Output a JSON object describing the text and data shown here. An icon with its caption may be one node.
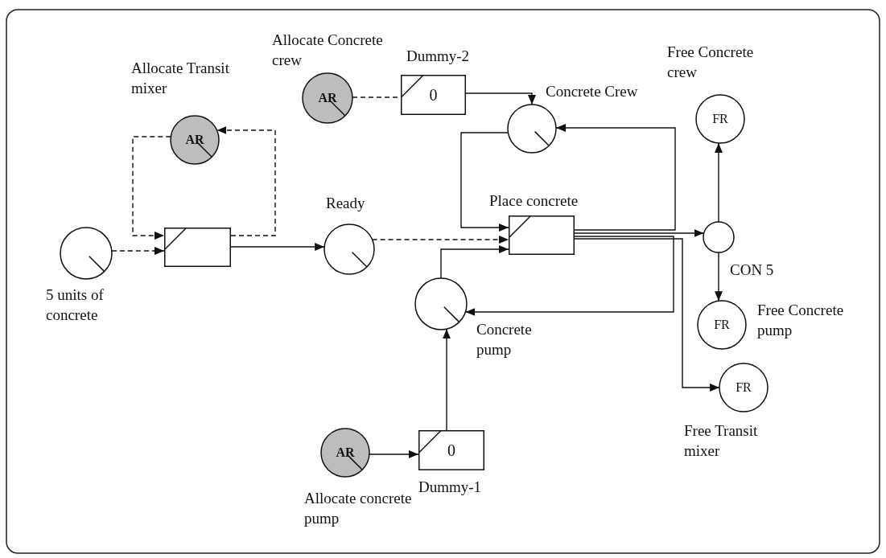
{
  "diagram": {
    "nodes": [
      {
        "text": [
          "AR"
        ],
        "beside": [
          "Allocate Concrete crew"
        ]
      },
      {
        "text": [
          "0"
        ],
        "beside": [
          "Dummy-2"
        ]
      },
      {
        "text": [
          "AR"
        ],
        "beside": [
          "Allocate Transit mixer"
        ]
      },
      {
        "text": [],
        "shape": "circle",
        "beside": [
          "Concrete Crew"
        ]
      },
      {
        "text": [
          "FR"
        ],
        "beside": [
          "Free Concrete crew"
        ]
      },
      {
        "text": [],
        "shape": "circle",
        "beside": [
          "5 units of concrete"
        ]
      },
      {
        "text": [],
        "shape": "box"
      },
      {
        "text": [],
        "shape": "circle",
        "beside": [
          "Ready"
        ]
      },
      {
        "text": [],
        "shape": "box",
        "beside": [
          "Place concrete"
        ]
      },
      {
        "text": [],
        "shape": "circle",
        "beside": [
          "CON 5"
        ]
      },
      {
        "text": [],
        "shape": "circle",
        "beside": [
          "Concrete pump"
        ]
      },
      {
        "text": [
          "FR"
        ],
        "beside": [
          "Free Concrete pump"
        ]
      },
      {
        "text": [
          "FR"
        ],
        "beside": [
          "Free Transit mixer"
        ]
      },
      {
        "text": [
          "AR"
        ],
        "beside": [
          "Allocate concrete pump"
        ]
      },
      {
        "text": [
          "0"
        ],
        "beside": [
          "Dummy-1"
        ]
      }
    ],
    "edges": [
      {
        "from": 0,
        "to": 1,
        "arrow": "none",
        "style": "dashed"
      },
      {
        "from": 1,
        "to": 3,
        "arrow": "to"
      },
      {
        "from": 2,
        "to": 6,
        "arrow": "to",
        "style": "dashed"
      },
      {
        "from": 5,
        "to": 6,
        "arrow": "to",
        "style": "dashed"
      },
      {
        "from": 6,
        "to": 2,
        "arrow": "to",
        "style": "dashed"
      },
      {
        "from": 6,
        "to": 7,
        "arrow": "to"
      },
      {
        "from": 3,
        "to": 8,
        "arrow": "to"
      },
      {
        "from": 7,
        "to": 8,
        "arrow": "to",
        "style": "dashed"
      },
      {
        "from": 10,
        "to": 8,
        "arrow": "to"
      },
      {
        "from": 8,
        "to": 9,
        "arrow": "to"
      },
      {
        "from": 8,
        "to": 3,
        "arrow": "to"
      },
      {
        "from": 8,
        "to": 10,
        "arrow": "to"
      },
      {
        "from": 8,
        "to": 12,
        "arrow": "to"
      },
      {
        "from": 9,
        "to": 4,
        "arrow": "to"
      },
      {
        "from": 9,
        "to": 11,
        "arrow": "to"
      },
      {
        "from": 13,
        "to": 14,
        "arrow": "to"
      },
      {
        "from": 14,
        "to": 10,
        "arrow": "to"
      }
    ]
  }
}
